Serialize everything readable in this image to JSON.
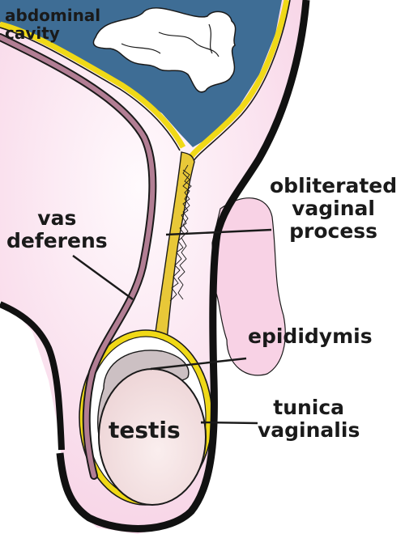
{
  "diagram": {
    "labels": {
      "abdominal_cavity": [
        "abdominal",
        "cavity"
      ],
      "vas_deferens": [
        "vas",
        "deferens"
      ],
      "obliterated_vaginal_process": [
        "obliterated",
        "vaginal",
        "process"
      ],
      "epididymis": [
        "epididymis"
      ],
      "tunica_vaginalis": [
        "tunica",
        "vaginalis"
      ],
      "testis": [
        "testis"
      ]
    },
    "colors": {
      "abdominal_cavity": "#3e6d95",
      "peritoneum": "#f0d917",
      "tissue": "#f8d2e5",
      "scrotal_wall": "#111111",
      "vas_deferens": "#b27e94",
      "testis": "#f4dfdf",
      "epididymis": "#ccc0c3",
      "vaginal_process": "#e8c838",
      "outline": "#1a1a1a"
    }
  }
}
